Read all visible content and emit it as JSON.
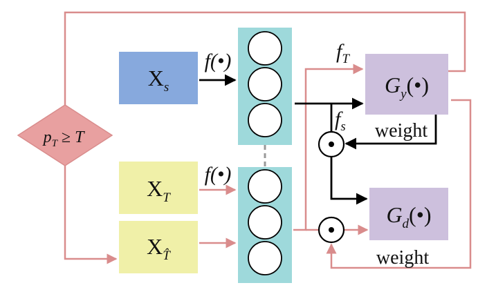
{
  "colors": {
    "salmon": "#D98C8C",
    "blue_box": "#87A9DD",
    "yellow_box": "#F0F0A8",
    "cyan_block": "#9ED9DB",
    "purple_box": "#CDC0DD",
    "diamond": "#E8A0A0",
    "diamond_border": "#D98C8C",
    "dashed": "#999999",
    "black": "#000000"
  },
  "decision": {
    "lhs": "p",
    "lhs_sub": "T",
    "op": " ≥ ",
    "rhs": "T"
  },
  "inputs": {
    "source": {
      "base": "X",
      "sub": "s"
    },
    "target": {
      "base": "X",
      "sub": "T"
    },
    "target_hat": {
      "base": "X",
      "sub": "T̂"
    }
  },
  "feature_fn": {
    "label": "f(•)"
  },
  "outputs": {
    "gy": {
      "base": "G",
      "sub": "y",
      "tail": "(•)"
    },
    "gd": {
      "base": "G",
      "sub": "d",
      "tail": "(•)"
    }
  },
  "edge_labels": {
    "fT": {
      "base": "f",
      "sub": "T"
    },
    "fs": {
      "base": "f",
      "sub": "s"
    }
  },
  "weight_labels": {
    "upper": "weight",
    "lower": "weight"
  },
  "multiply_symbol": "⊙"
}
